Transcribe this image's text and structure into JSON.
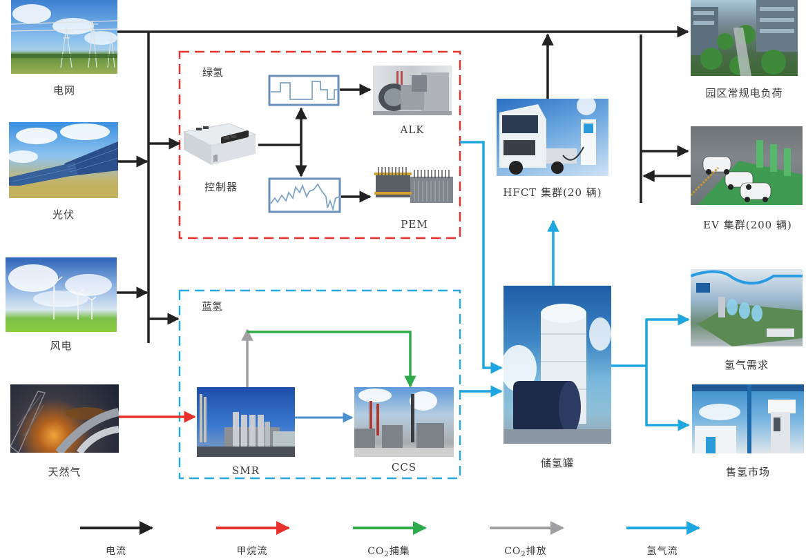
{
  "title": "综合能源园区电-氢系统结构",
  "sources": {
    "grid": {
      "label": "电网",
      "icon": "power-grid-image"
    },
    "pv": {
      "label": "光伏",
      "icon": "solar-panel-image"
    },
    "wind": {
      "label": "风电",
      "icon": "wind-turbine-image"
    },
    "gas": {
      "label": "天然气",
      "icon": "natural-gas-image"
    }
  },
  "green_hydrogen": {
    "title": "绿氢",
    "controller": "控制器",
    "alk": "ALK",
    "pem": "PEM",
    "border_color": "#e8302c"
  },
  "blue_hydrogen": {
    "title": "蓝氢",
    "smr": "SMR",
    "ccs": "CCS",
    "border_color": "#29a8e0"
  },
  "loads": {
    "hfct": "HFCT 集群(20 辆)",
    "park": "园区常规电负荷",
    "ev": "EV 集群(200 辆)",
    "tank": "储氢罐",
    "h2_demand": "氢气需求",
    "h2_market": "售氢市场"
  },
  "legend": [
    {
      "label": "电流",
      "color": "#222222"
    },
    {
      "label": "甲烷流",
      "color": "#e8302c"
    },
    {
      "label_prefix": "CO",
      "label_sub": "2",
      "label_suffix": "捕集",
      "color": "#2eaa4a"
    },
    {
      "label_prefix": "CO",
      "label_sub": "2",
      "label_suffix": "排放",
      "color": "#a0a0a4"
    },
    {
      "label": "氢气流",
      "color": "#1ea6e0"
    }
  ],
  "colors": {
    "electric": "#222222",
    "methane": "#e8302c",
    "co2_capture": "#2eaa4a",
    "co2_emit": "#a0a0a4",
    "hydrogen": "#1ea6e0",
    "smr_to_ccs": "#4a8fd0"
  }
}
